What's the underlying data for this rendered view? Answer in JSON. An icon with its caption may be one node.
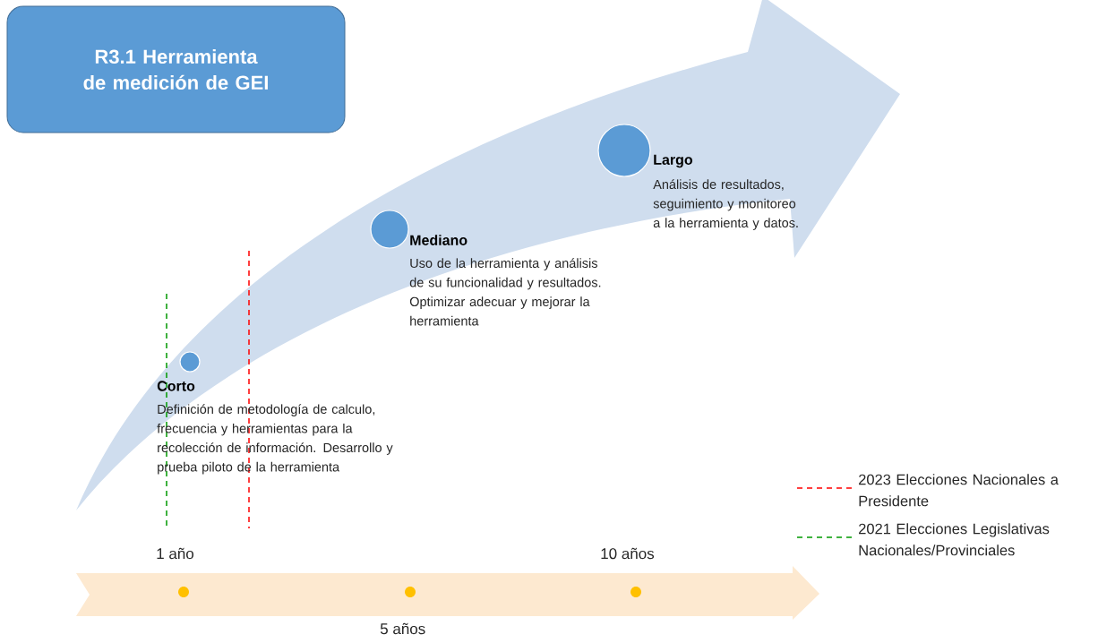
{
  "diagram": {
    "title": "R3.1 Herramienta de medición de GEI",
    "nodes": [
      {
        "text": [],
        "shape": "circle",
        "beside": [
          "Corto",
          "Definición de metodología de calculo, frecuencia y herramientas para la recolección de información. Desarrollo y prueba piloto de la herramienta"
        ]
      },
      {
        "text": [],
        "shape": "circle",
        "beside": [
          "Mediano",
          "Uso de la herramienta y análisis de su funcionalidad y resultados. Optimizar adecuar y mejorar la herramienta"
        ]
      },
      {
        "text": [],
        "shape": "circle",
        "beside": [
          "Largo",
          "Análisis de resultados, seguimiento y monitoreo a la herramienta y datos."
        ]
      }
    ],
    "labels": [
      "1 año",
      "10 años",
      "5 años"
    ],
    "legend": [
      {
        "text": "2023 Elecciones Nacionales a Presidente"
      },
      {
        "text": "2021 Elecciones Legislativas Nacionales/Provinciales"
      }
    ]
  }
}
